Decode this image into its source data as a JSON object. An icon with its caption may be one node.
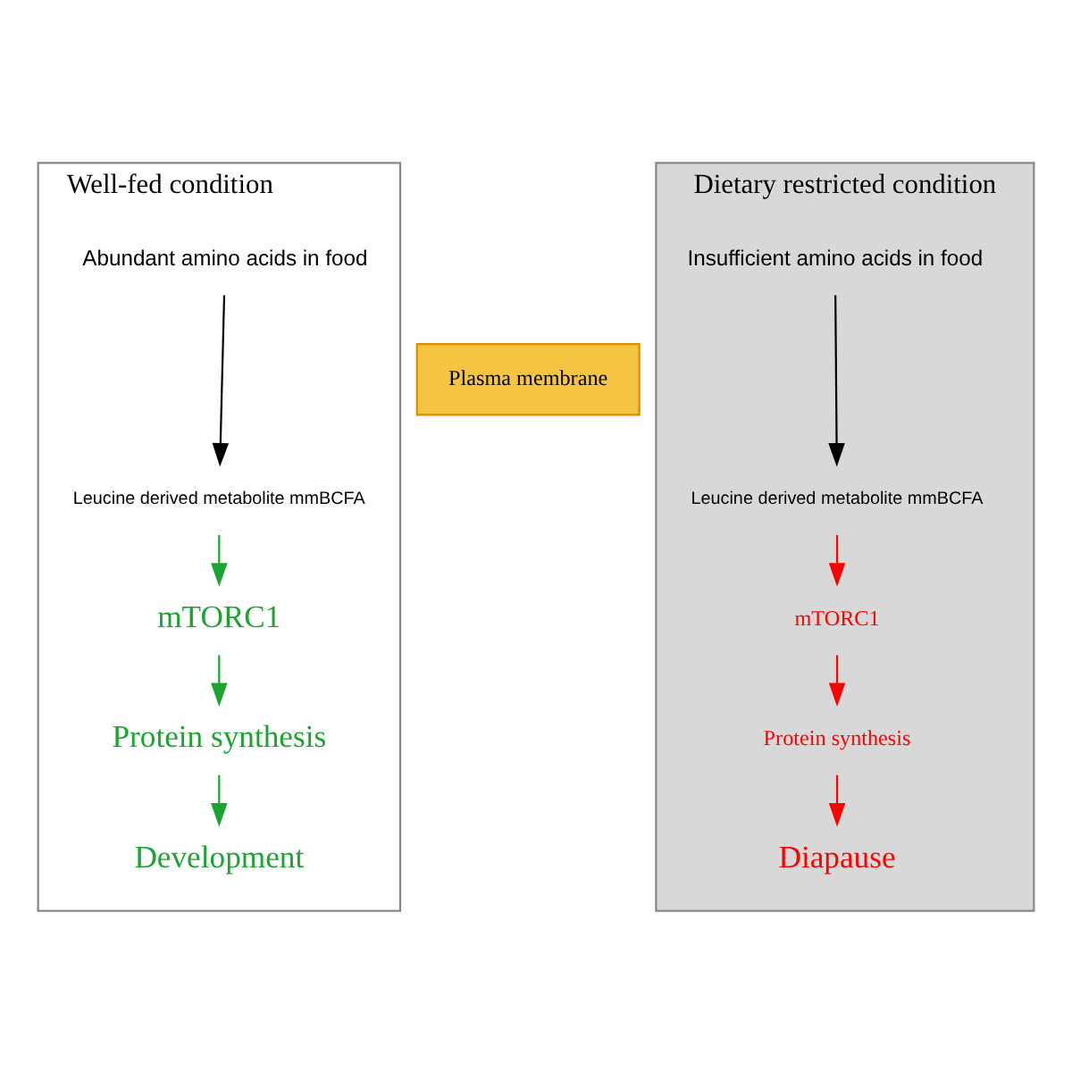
{
  "diagram": {
    "nodes": [
      {
        "text": [
          "Well-fed condition"
        ]
      },
      {
        "text": [
          "Dietary restricted condition"
        ]
      },
      {
        "text": [
          "Abundant amino acids in food"
        ],
        "in": 0
      },
      {
        "text": [
          "Leucine derived metabolite mmBCFA"
        ],
        "in": 0
      },
      {
        "text": [
          "mTORC1"
        ],
        "in": 0
      },
      {
        "text": [
          "Protein synthesis"
        ],
        "in": 0
      },
      {
        "text": [
          "Development"
        ],
        "in": 0
      },
      {
        "text": [
          "Insufficient amino acids in food"
        ],
        "in": 1
      },
      {
        "text": [
          "Leucine derived metabolite mmBCFA"
        ],
        "in": 1
      },
      {
        "text": [
          "mTORC1"
        ],
        "in": 1
      },
      {
        "text": [
          "Protein synthesis"
        ],
        "in": 1
      },
      {
        "text": [
          "Diapause"
        ],
        "in": 1
      }
    ],
    "edges": [
      {
        "from": 2,
        "to": 3,
        "arrow": "to",
        "color": "#000000"
      },
      {
        "from": 3,
        "to": 4,
        "arrow": "to",
        "color": "#1aa531"
      },
      {
        "from": 4,
        "to": 5,
        "arrow": "to",
        "color": "#1aa531"
      },
      {
        "from": 5,
        "to": 6,
        "arrow": "to",
        "color": "#1aa531"
      },
      {
        "from": 7,
        "to": 8,
        "arrow": "to",
        "color": "#000000"
      },
      {
        "from": 8,
        "to": 9,
        "arrow": "to",
        "color": "#ff0000"
      },
      {
        "from": 9,
        "to": 10,
        "arrow": "to",
        "color": "#ff0000"
      },
      {
        "from": 10,
        "to": 11,
        "arrow": "to",
        "color": "#ff0000"
      }
    ],
    "labels": [
      "Plasma membrane"
    ]
  }
}
